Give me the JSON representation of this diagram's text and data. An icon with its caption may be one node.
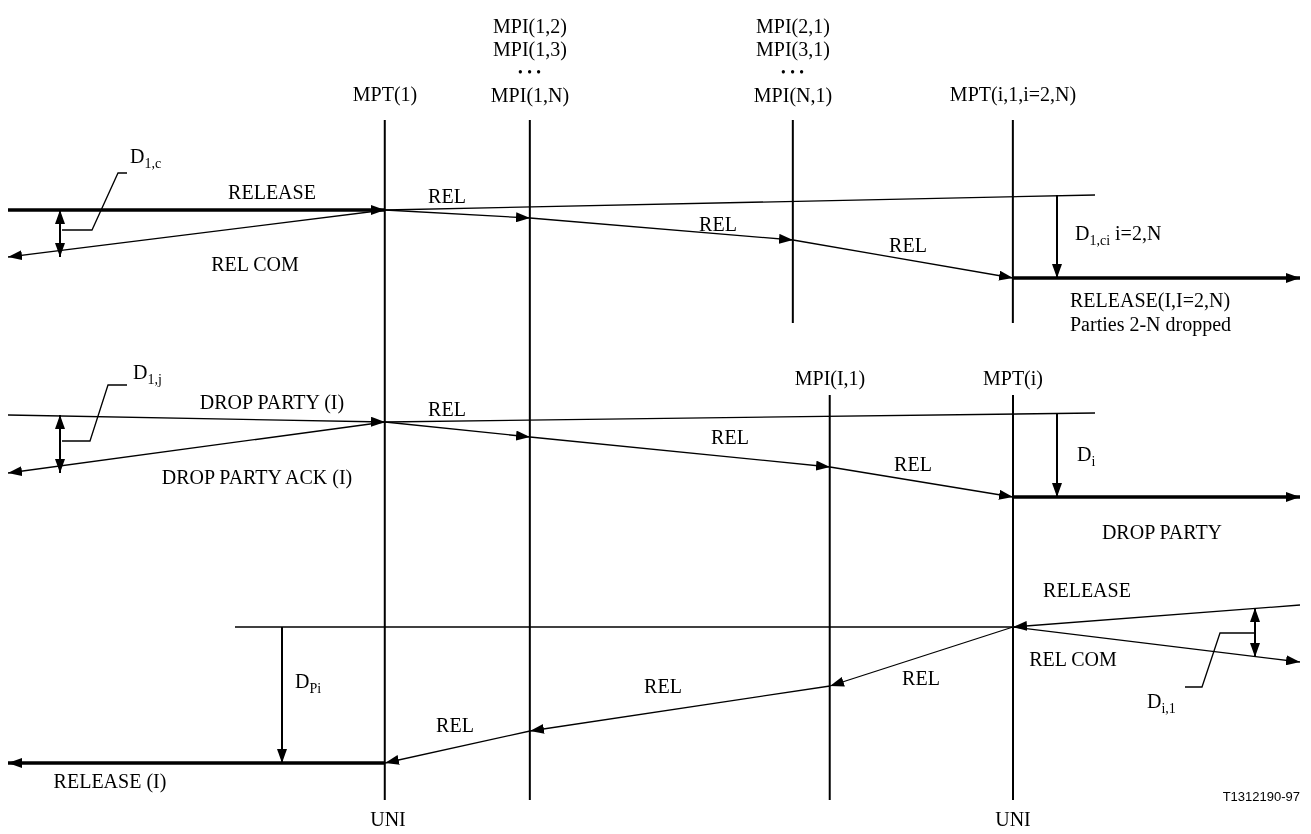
{
  "diagram": {
    "nodes": [
      {
        "text": [
          "MPT(1)"
        ]
      },
      {
        "text": [
          "MPI(1,2)",
          "MPI(1,3)",
          "• • •",
          "MPI(1,N)"
        ]
      },
      {
        "text": [
          "MPI(2,1)",
          "MPI(3,1)",
          "• • •",
          "MPI(N,1)"
        ]
      },
      {
        "text": [
          "MPT(i,1,i=2,N)"
        ]
      },
      {
        "text": [
          "MPI(I,1)"
        ]
      },
      {
        "text": [
          "MPT(i)"
        ]
      },
      {
        "text": [
          "D$_{1,c}$"
        ]
      },
      {
        "text": [
          "D$_{1,j}$"
        ]
      },
      {
        "text": [
          "D$_{i,1}$"
        ]
      }
    ],
    "edges": [
      {
        "from": null,
        "to": 0,
        "arrow": "to",
        "label": "RELEASE",
        "style": "thick"
      },
      {
        "from": 0,
        "to": null,
        "arrow": "to",
        "label": "REL COM"
      },
      {
        "from": 0,
        "to": 1,
        "arrow": "to",
        "label": "REL"
      },
      {
        "from": 1,
        "to": 2,
        "arrow": "to",
        "label": "REL"
      },
      {
        "from": 2,
        "to": 3,
        "arrow": "to",
        "label": "REL"
      },
      {
        "from": 3,
        "to": null,
        "arrow": "to",
        "label": "RELEASE(I,I=2,N)",
        "style": "thick"
      },
      {
        "from": null,
        "to": 0,
        "arrow": "to",
        "label": "DROP PARTY (I)"
      },
      {
        "from": 0,
        "to": null,
        "arrow": "to",
        "label": "DROP PARTY ACK (I)"
      },
      {
        "from": 0,
        "to": 1,
        "arrow": "to",
        "label": "REL"
      },
      {
        "from": 1,
        "to": 4,
        "arrow": "to",
        "label": "REL"
      },
      {
        "from": 4,
        "to": 5,
        "arrow": "to",
        "label": "REL"
      },
      {
        "from": 5,
        "to": null,
        "arrow": "to",
        "label": "DROP PARTY",
        "style": "thick"
      },
      {
        "from": null,
        "to": 5,
        "arrow": "to",
        "label": "RELEASE"
      },
      {
        "from": 5,
        "to": null,
        "arrow": "to",
        "label": "REL COM"
      },
      {
        "from": 5,
        "to": 4,
        "arrow": "to",
        "label": "REL"
      },
      {
        "from": 4,
        "to": 1,
        "arrow": "to",
        "label": "REL"
      },
      {
        "from": 1,
        "to": 0,
        "arrow": "to",
        "label": "REL"
      },
      {
        "from": 0,
        "to": null,
        "arrow": "to",
        "label": "RELEASE (I)",
        "style": "thick"
      },
      {
        "from": 0,
        "to": null,
        "arrow": "none"
      },
      {
        "from": 0,
        "to": null,
        "arrow": "none"
      },
      {
        "from": 5,
        "to": null,
        "arrow": "none"
      },
      {
        "from": 6,
        "to": null,
        "arrow": "none"
      },
      {
        "from": 7,
        "to": null,
        "arrow": "none"
      },
      {
        "from": 8,
        "to": null,
        "arrow": "none"
      }
    ],
    "labels": [
      "D$_{1,ci}$ i=2,N",
      "Parties 2-N dropped",
      "D$_{i}$",
      "D$_{Pi}$",
      "UNI",
      "T1312190-97",
      "UNI"
    ]
  }
}
